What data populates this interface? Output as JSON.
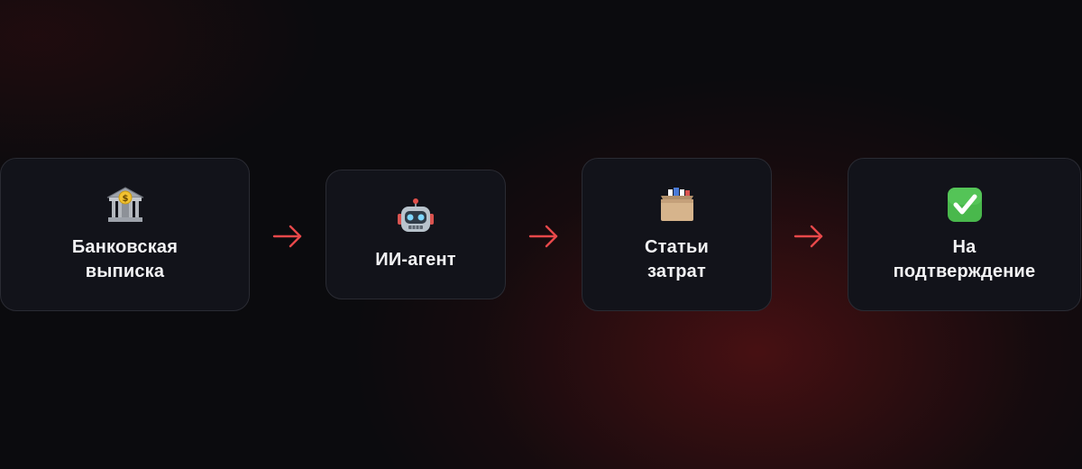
{
  "colors": {
    "background": "#0b0b0e",
    "card_background": "#12131a",
    "card_border": "#2a2b33",
    "arrow": "#e8484a",
    "text": "#f2f2f4"
  },
  "steps": [
    {
      "label": "Банковская\nвыписка",
      "icon": "bank-icon"
    },
    {
      "label": "ИИ-агент",
      "icon": "robot-icon"
    },
    {
      "label": "Статьи\nзатрат",
      "icon": "card-file-box-icon"
    },
    {
      "label": "На\nподтверждение",
      "icon": "check-mark-button-icon"
    }
  ]
}
